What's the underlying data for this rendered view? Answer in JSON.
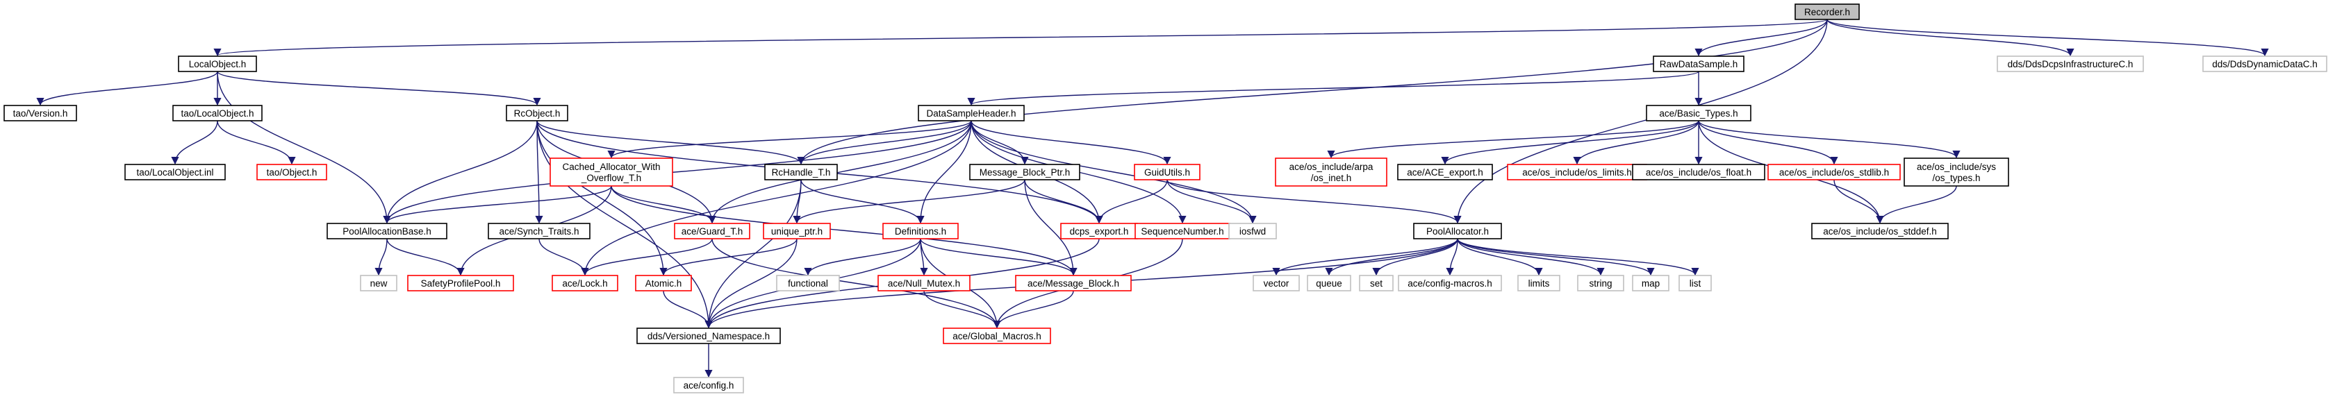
{
  "colors": {
    "edge": "#191970",
    "root_fill": "#bfbfbf",
    "default_border": "#000000",
    "missing_border": "#ff0000",
    "external_border": "#bfbfbf",
    "external_text": "#7f7f7f"
  },
  "nodes": [
    {
      "id": "recorder",
      "label": "Recorder.h",
      "kind": "root"
    },
    {
      "id": "localobject",
      "label": "LocalObject.h",
      "kind": "normal"
    },
    {
      "id": "rawdatasample",
      "label": "RawDataSample.h",
      "kind": "normal"
    },
    {
      "id": "ddsdcpsinfra",
      "label": "dds/DdsDcpsInfrastructureC.h",
      "kind": "external"
    },
    {
      "id": "ddsdynamic",
      "label": "dds/DdsDynamicDataC.h",
      "kind": "external"
    },
    {
      "id": "taoversion",
      "label": "tao/Version.h",
      "kind": "normal"
    },
    {
      "id": "taolocalobject",
      "label": "tao/LocalObject.h",
      "kind": "normal"
    },
    {
      "id": "rcobject",
      "label": "RcObject.h",
      "kind": "normal"
    },
    {
      "id": "datasampleheader",
      "label": "DataSampleHeader.h",
      "kind": "normal"
    },
    {
      "id": "acebasictypes",
      "label": "ace/Basic_Types.h",
      "kind": "normal"
    },
    {
      "id": "taolocalobjectinl",
      "label": "tao/LocalObject.inl",
      "kind": "normal"
    },
    {
      "id": "taoobject",
      "label": "tao/Object.h",
      "kind": "missing"
    },
    {
      "id": "cachedalloc",
      "label": "Cached_Allocator_With\n_Overflow_T.h",
      "kind": "missing"
    },
    {
      "id": "rchandle",
      "label": "RcHandle_T.h",
      "kind": "normal"
    },
    {
      "id": "msgblockptr",
      "label": "Message_Block_Ptr.h",
      "kind": "normal"
    },
    {
      "id": "guidutils",
      "label": "GuidUtils.h",
      "kind": "missing"
    },
    {
      "id": "osinet",
      "label": "ace/os_include/arpa\n/os_inet.h",
      "kind": "missing"
    },
    {
      "id": "aceexport",
      "label": "ace/ACE_export.h",
      "kind": "normal"
    },
    {
      "id": "oslimits",
      "label": "ace/os_include/os_limits.h",
      "kind": "missing"
    },
    {
      "id": "osfloat",
      "label": "ace/os_include/os_float.h",
      "kind": "normal"
    },
    {
      "id": "osstdlib",
      "label": "ace/os_include/os_stdlib.h",
      "kind": "missing"
    },
    {
      "id": "ostypes",
      "label": "ace/os_include/sys\n/os_types.h",
      "kind": "normal"
    },
    {
      "id": "poolallocbase",
      "label": "PoolAllocationBase.h",
      "kind": "normal"
    },
    {
      "id": "synchtraits",
      "label": "ace/Synch_Traits.h",
      "kind": "normal"
    },
    {
      "id": "guardt",
      "label": "ace/Guard_T.h",
      "kind": "missing"
    },
    {
      "id": "uniqueptr",
      "label": "unique_ptr.h",
      "kind": "missing"
    },
    {
      "id": "definitions",
      "label": "Definitions.h",
      "kind": "missing"
    },
    {
      "id": "dcpsexport",
      "label": "dcps_export.h",
      "kind": "missing"
    },
    {
      "id": "seqnumber",
      "label": "SequenceNumber.h",
      "kind": "missing"
    },
    {
      "id": "iosfwd",
      "label": "iosfwd",
      "kind": "external"
    },
    {
      "id": "poolallocator",
      "label": "PoolAllocator.h",
      "kind": "normal"
    },
    {
      "id": "osstddef",
      "label": "ace/os_include/os_stddef.h",
      "kind": "normal"
    },
    {
      "id": "new",
      "label": "new",
      "kind": "external"
    },
    {
      "id": "safetyprofilepool",
      "label": "SafetyProfilePool.h",
      "kind": "missing"
    },
    {
      "id": "acelock",
      "label": "ace/Lock.h",
      "kind": "missing"
    },
    {
      "id": "atomic",
      "label": "Atomic.h",
      "kind": "missing"
    },
    {
      "id": "functional",
      "label": "functional",
      "kind": "external"
    },
    {
      "id": "nullmutex",
      "label": "ace/Null_Mutex.h",
      "kind": "missing"
    },
    {
      "id": "msgblock",
      "label": "ace/Message_Block.h",
      "kind": "missing"
    },
    {
      "id": "vector",
      "label": "vector",
      "kind": "external"
    },
    {
      "id": "queue",
      "label": "queue",
      "kind": "external"
    },
    {
      "id": "set",
      "label": "set",
      "kind": "external"
    },
    {
      "id": "configmacros",
      "label": "ace/config-macros.h",
      "kind": "external"
    },
    {
      "id": "limits",
      "label": "limits",
      "kind": "external"
    },
    {
      "id": "string",
      "label": "string",
      "kind": "external"
    },
    {
      "id": "map",
      "label": "map",
      "kind": "external"
    },
    {
      "id": "list",
      "label": "list",
      "kind": "external"
    },
    {
      "id": "versionedns",
      "label": "dds/Versioned_Namespace.h",
      "kind": "normal"
    },
    {
      "id": "globalmacros",
      "label": "ace/Global_Macros.h",
      "kind": "missing"
    },
    {
      "id": "aceconfig",
      "label": "ace/config.h",
      "kind": "external"
    }
  ],
  "edges": [
    [
      "recorder",
      "localobject"
    ],
    [
      "recorder",
      "rawdatasample"
    ],
    [
      "recorder",
      "ddsdcpsinfra"
    ],
    [
      "recorder",
      "ddsdynamic"
    ],
    [
      "recorder",
      "rchandle"
    ],
    [
      "recorder",
      "poolallocator"
    ],
    [
      "localobject",
      "taoversion"
    ],
    [
      "localobject",
      "taolocalobject"
    ],
    [
      "localobject",
      "rcobject"
    ],
    [
      "localobject",
      "poolallocbase"
    ],
    [
      "taolocalobject",
      "taolocalobjectinl"
    ],
    [
      "taolocalobject",
      "taoobject"
    ],
    [
      "rawdatasample",
      "datasampleheader"
    ],
    [
      "rawdatasample",
      "acebasictypes"
    ],
    [
      "rcobject",
      "poolallocbase"
    ],
    [
      "rcobject",
      "synchtraits"
    ],
    [
      "rcobject",
      "guardt"
    ],
    [
      "rcobject",
      "rchandle"
    ],
    [
      "rcobject",
      "dcpsexport"
    ],
    [
      "rcobject",
      "atomic"
    ],
    [
      "rcobject",
      "versionedns"
    ],
    [
      "datasampleheader",
      "cachedalloc"
    ],
    [
      "datasampleheader",
      "rchandle"
    ],
    [
      "datasampleheader",
      "msgblockptr"
    ],
    [
      "datasampleheader",
      "guidutils"
    ],
    [
      "datasampleheader",
      "poolallocbase"
    ],
    [
      "datasampleheader",
      "definitions"
    ],
    [
      "datasampleheader",
      "dcpsexport"
    ],
    [
      "datasampleheader",
      "seqnumber"
    ],
    [
      "datasampleheader",
      "iosfwd"
    ],
    [
      "datasampleheader",
      "guardt"
    ],
    [
      "datasampleheader",
      "acelock"
    ],
    [
      "acebasictypes",
      "osinet"
    ],
    [
      "acebasictypes",
      "aceexport"
    ],
    [
      "acebasictypes",
      "oslimits"
    ],
    [
      "acebasictypes",
      "osfloat"
    ],
    [
      "acebasictypes",
      "osstdlib"
    ],
    [
      "acebasictypes",
      "ostypes"
    ],
    [
      "acebasictypes",
      "osstddef"
    ],
    [
      "osstdlib",
      "osstddef"
    ],
    [
      "ostypes",
      "osstddef"
    ],
    [
      "cachedalloc",
      "poolallocbase"
    ],
    [
      "cachedalloc",
      "guardt"
    ],
    [
      "cachedalloc",
      "msgblock"
    ],
    [
      "cachedalloc",
      "safetyprofilepool"
    ],
    [
      "rchandle",
      "uniqueptr"
    ],
    [
      "rchandle",
      "definitions"
    ],
    [
      "rchandle",
      "versionedns"
    ],
    [
      "msgblockptr",
      "uniqueptr"
    ],
    [
      "msgblockptr",
      "msgblock"
    ],
    [
      "msgblockptr",
      "dcpsexport"
    ],
    [
      "guidutils",
      "dcpsexport"
    ],
    [
      "guidutils",
      "poolallocator"
    ],
    [
      "guidutils",
      "iosfwd"
    ],
    [
      "poolallocbase",
      "new"
    ],
    [
      "poolallocbase",
      "safetyprofilepool"
    ],
    [
      "synchtraits",
      "acelock"
    ],
    [
      "guardt",
      "acelock"
    ],
    [
      "guardt",
      "globalmacros"
    ],
    [
      "uniqueptr",
      "atomic"
    ],
    [
      "uniqueptr",
      "versionedns"
    ],
    [
      "definitions",
      "functional"
    ],
    [
      "definitions",
      "nullmutex"
    ],
    [
      "definitions",
      "msgblock"
    ],
    [
      "definitions",
      "globalmacros"
    ],
    [
      "definitions",
      "versionedns"
    ],
    [
      "dcpsexport",
      "versionedns"
    ],
    [
      "seqnumber",
      "globalmacros"
    ],
    [
      "atomic",
      "versionedns"
    ],
    [
      "nullmutex",
      "globalmacros"
    ],
    [
      "msgblock",
      "globalmacros"
    ],
    [
      "poolallocator",
      "vector"
    ],
    [
      "poolallocator",
      "queue"
    ],
    [
      "poolallocator",
      "set"
    ],
    [
      "poolallocator",
      "configmacros"
    ],
    [
      "poolallocator",
      "limits"
    ],
    [
      "poolallocator",
      "string"
    ],
    [
      "poolallocator",
      "map"
    ],
    [
      "poolallocator",
      "list"
    ],
    [
      "poolallocator",
      "versionedns"
    ],
    [
      "versionedns",
      "aceconfig"
    ]
  ]
}
